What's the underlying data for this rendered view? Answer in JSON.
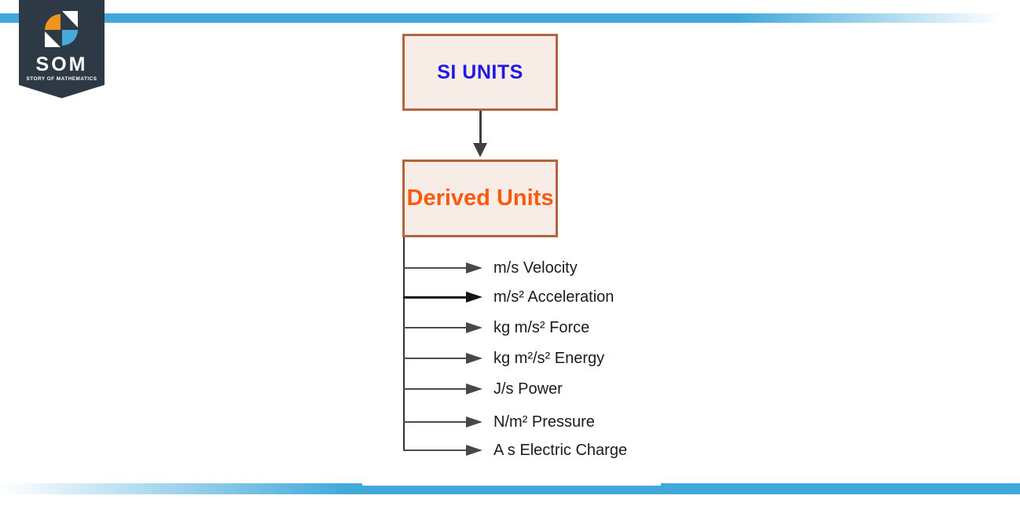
{
  "brand": {
    "name": "SOM",
    "tagline": "STORY OF MATHEMATICS",
    "banner_color": "#2d3945",
    "icon_colors": {
      "orange": "#f0941c",
      "blue": "#45a9d9",
      "white": "#ffffff"
    }
  },
  "decor": {
    "bar_color": "#41a9da"
  },
  "diagram": {
    "type": "flowchart",
    "root": {
      "label": "SI UNITS",
      "text_color": "#2019e6"
    },
    "child": {
      "label": "Derived Units",
      "text_color": "#f95b0e"
    },
    "box_fill": "#f7ece6",
    "box_border": "#b2653c",
    "items": [
      {
        "label": "m/s Velocity"
      },
      {
        "label": "m/s² Acceleration"
      },
      {
        "label": "kg m/s² Force"
      },
      {
        "label": "kg m²/s² Energy"
      },
      {
        "label": "J/s Power"
      },
      {
        "label": "N/m² Pressure"
      },
      {
        "label": "A s Electric Charge"
      }
    ]
  }
}
